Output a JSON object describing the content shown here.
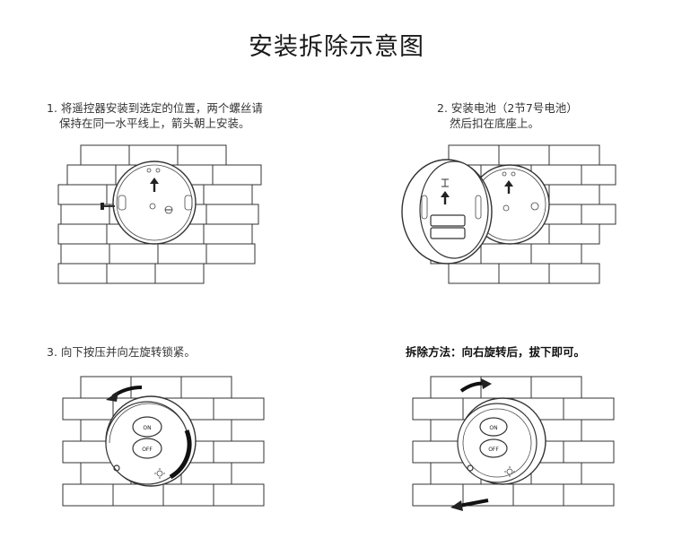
{
  "title": "安装拆除示意图",
  "steps": [
    {
      "line1": "1. 将遥控器安装到选定的位置，两个螺丝请",
      "line2": "保持在同一水平线上，箭头朝上安装。"
    },
    {
      "line1": "2. 安装电池（2节7号电池）",
      "line2": "然后扣在底座上。"
    },
    {
      "line1": "3. 向下按压并向左旋转锁紧。"
    },
    {
      "line1": "拆除方法：向右旋转后，拔下即可。"
    }
  ],
  "remote": {
    "on_label": "ON",
    "off_label": "OFF"
  }
}
